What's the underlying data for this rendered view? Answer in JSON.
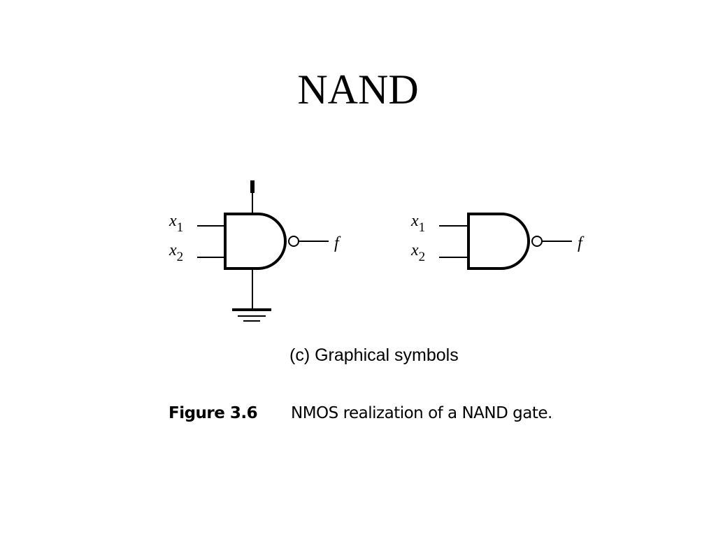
{
  "slide": {
    "title": "NAND"
  },
  "gate_left": {
    "input1": {
      "var": "x",
      "sub": "1"
    },
    "input2": {
      "var": "x",
      "sub": "2"
    },
    "output": "f"
  },
  "gate_right": {
    "input1": {
      "var": "x",
      "sub": "1"
    },
    "input2": {
      "var": "x",
      "sub": "2"
    },
    "output": "f"
  },
  "caption": {
    "subcaption": "(c) Graphical symbols",
    "figure_label": "Figure 3.6",
    "figure_text": "NMOS realization of a NAND gate."
  }
}
